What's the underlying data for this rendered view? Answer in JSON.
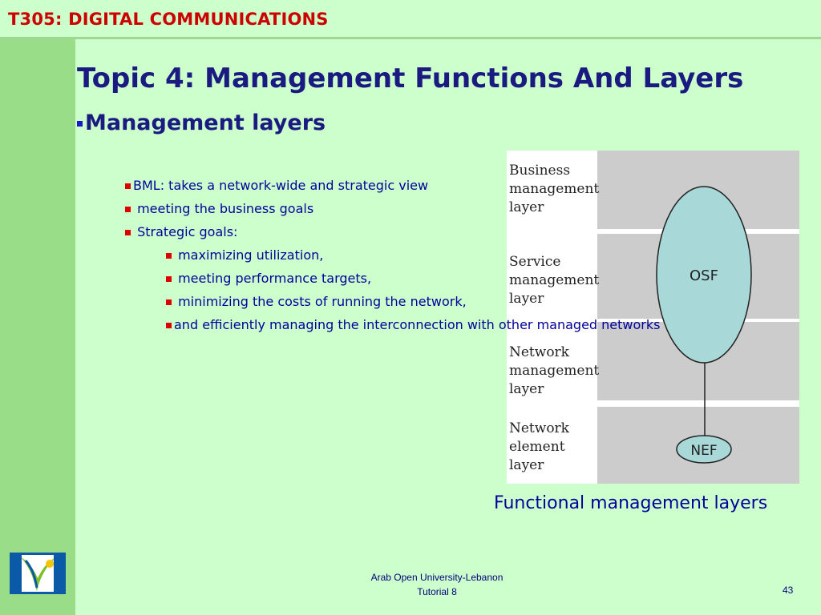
{
  "header": {
    "course_title": "T305: DIGITAL COMMUNICATIONS"
  },
  "slide": {
    "title": "Topic 4: Management Functions And Layers",
    "subtitle": "Management layers",
    "bullets": [
      "BML: takes a network-wide and strategic view",
      "meeting the business goals",
      "Strategic goals:"
    ],
    "sub_bullets": [
      "maximizing utilization,",
      "meeting performance targets,",
      "minimizing the costs of running the network,",
      "and efficiently managing the interconnection with other managed networks"
    ]
  },
  "figure": {
    "layers": [
      [
        "Business",
        "management",
        "layer"
      ],
      [
        "Service",
        "management",
        "layer"
      ],
      [
        "Network",
        "management",
        "layer"
      ],
      [
        "Network",
        "element",
        "layer"
      ]
    ],
    "osf_label": "OSF",
    "nef_label": "NEF",
    "caption": "Functional management layers",
    "colors": {
      "panel": "#cccccc",
      "label_bg": "#ffffff",
      "ellipse_fill": "#a8d8d8",
      "ellipse_stroke": "#222222"
    }
  },
  "footer": {
    "line1": "Arab Open University-Lebanon",
    "line2": "Tutorial 8",
    "page": "43"
  },
  "logo": {
    "icon": "aou-logo-icon"
  },
  "colors": {
    "background": "#ccffcc",
    "sidebar": "#99dd88",
    "title": "#1a1a80",
    "header_text": "#cc0000",
    "body_text": "#00009a"
  }
}
